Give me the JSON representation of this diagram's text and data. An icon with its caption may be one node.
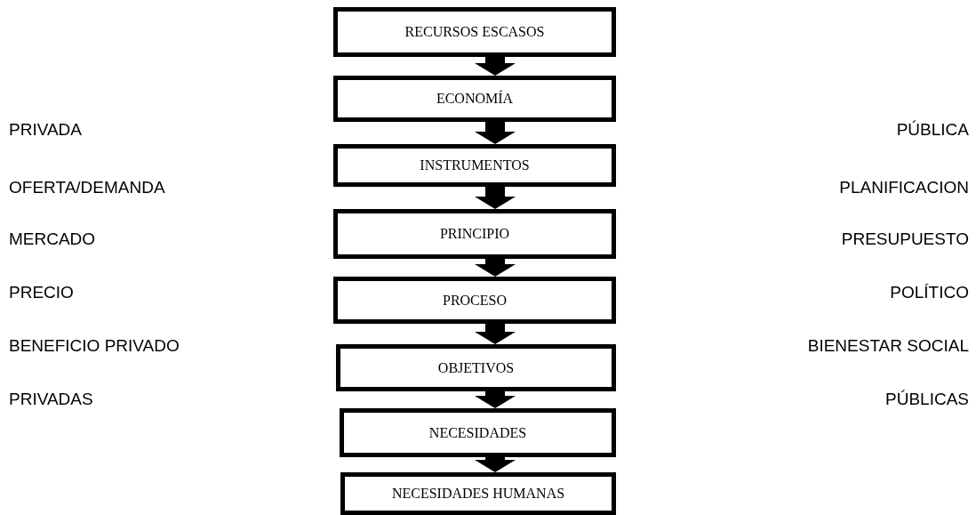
{
  "diagram": {
    "nodes": [
      {
        "text": [
          "RECURSOS ESCASOS"
        ]
      },
      {
        "text": [
          "ECONOMÍA"
        ]
      },
      {
        "text": [
          "INSTRUMENTOS"
        ]
      },
      {
        "text": [
          "PRINCIPIO"
        ]
      },
      {
        "text": [
          "PROCESO"
        ]
      },
      {
        "text": [
          "OBJETIVOS"
        ]
      },
      {
        "text": [
          "NECESIDADES"
        ]
      },
      {
        "text": [
          "NECESIDADES HUMANAS"
        ]
      }
    ],
    "edges": [
      {
        "from": 0,
        "to": 1,
        "arrow": "to"
      },
      {
        "from": 1,
        "to": 2,
        "arrow": "to"
      },
      {
        "from": 2,
        "to": 3,
        "arrow": "to"
      },
      {
        "from": 3,
        "to": 4,
        "arrow": "to"
      },
      {
        "from": 4,
        "to": 5,
        "arrow": "to"
      },
      {
        "from": 5,
        "to": 6,
        "arrow": "to"
      },
      {
        "from": 6,
        "to": 7,
        "arrow": "to"
      }
    ],
    "labels": [
      "PRIVADA",
      "PÚBLICA",
      "OFERTA/DEMANDA",
      "PLANIFICACION",
      "MERCADO",
      "PRESUPUESTO",
      "PRECIO",
      "POLÍTICO",
      "BENEFICIO PRIVADO",
      "BIENESTAR SOCIAL",
      "PRIVADAS",
      "PÚBLICAS"
    ]
  }
}
